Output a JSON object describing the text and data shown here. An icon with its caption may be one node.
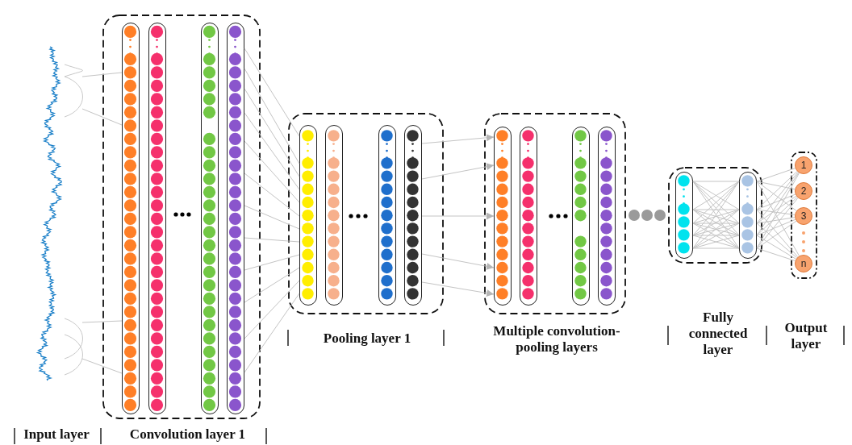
{
  "diagram": {
    "nodes": [
      {
        "text": [],
        "shape": "picture",
        "beside": [
          "Input layer"
        ]
      },
      {
        "text": [],
        "shape": "box",
        "beside": [
          "Convolution layer 1"
        ]
      },
      {
        "text": [],
        "shape": "bar",
        "in": 1
      },
      {
        "text": [],
        "shape": "bar",
        "in": 1
      },
      {
        "text": [],
        "shape": "bar",
        "in": 1
      },
      {
        "text": [],
        "shape": "bar",
        "in": 1
      },
      {
        "text": [],
        "shape": "box",
        "beside": [
          "Pooling layer 1"
        ]
      },
      {
        "text": [],
        "shape": "bar",
        "in": 6
      },
      {
        "text": [],
        "shape": "bar",
        "in": 6
      },
      {
        "text": [],
        "shape": "bar",
        "in": 6
      },
      {
        "text": [],
        "shape": "bar",
        "in": 6
      },
      {
        "text": [],
        "shape": "box",
        "beside": [
          "Multiple convolution-pooling layers"
        ]
      },
      {
        "text": [],
        "shape": "bar",
        "in": 11
      },
      {
        "text": [],
        "shape": "bar",
        "in": 11
      },
      {
        "text": [],
        "shape": "bar",
        "in": 11
      },
      {
        "text": [],
        "shape": "bar",
        "in": 11
      },
      {
        "text": [],
        "shape": "box",
        "beside": [
          "Fully connected layer"
        ]
      },
      {
        "text": [],
        "shape": "bar",
        "in": 16
      },
      {
        "text": [],
        "shape": "bar",
        "in": 16
      },
      {
        "text": [],
        "shape": "box",
        "beside": [
          "Output layer"
        ]
      },
      {
        "text": [
          "1"
        ],
        "in": 19
      },
      {
        "text": [
          "2"
        ],
        "in": 19
      },
      {
        "text": [
          "3"
        ],
        "in": 19
      },
      {
        "text": [
          "n"
        ],
        "in": 19
      }
    ],
    "edges": [
      {
        "from": 0,
        "to": 2,
        "arrow": "none"
      },
      {
        "from": 0,
        "to": 2,
        "arrow": "none"
      },
      {
        "from": 0,
        "to": 2,
        "arrow": "none"
      },
      {
        "from": 0,
        "to": 2,
        "arrow": "none"
      },
      {
        "from": 5,
        "to": 7,
        "arrow": "none"
      },
      {
        "from": 5,
        "to": 7,
        "arrow": "none"
      },
      {
        "from": 5,
        "to": 7,
        "arrow": "none"
      },
      {
        "from": 5,
        "to": 7,
        "arrow": "none"
      },
      {
        "from": 5,
        "to": 7,
        "arrow": "none"
      },
      {
        "from": 5,
        "to": 7,
        "arrow": "none"
      },
      {
        "from": 5,
        "to": 7,
        "arrow": "none"
      },
      {
        "from": 5,
        "to": 7,
        "arrow": "none"
      },
      {
        "from": 5,
        "to": 7,
        "arrow": "none"
      },
      {
        "from": 5,
        "to": 7,
        "arrow": "none"
      },
      {
        "from": 5,
        "to": 7,
        "arrow": "none"
      },
      {
        "from": 5,
        "to": 7,
        "arrow": "none"
      },
      {
        "from": 10,
        "to": 12,
        "arrow": "to"
      },
      {
        "from": 10,
        "to": 12,
        "arrow": "to"
      },
      {
        "from": 10,
        "to": 12,
        "arrow": "to"
      },
      {
        "from": 10,
        "to": 12,
        "arrow": "to"
      },
      {
        "from": 10,
        "to": 12,
        "arrow": "to"
      },
      {
        "from": 17,
        "to": 18,
        "arrow": "none"
      },
      {
        "from": 17,
        "to": 18,
        "arrow": "none"
      },
      {
        "from": 17,
        "to": 18,
        "arrow": "none"
      },
      {
        "from": 17,
        "to": 18,
        "arrow": "none"
      },
      {
        "from": 17,
        "to": 18,
        "arrow": "none"
      },
      {
        "from": 17,
        "to": 18,
        "arrow": "none"
      },
      {
        "from": 17,
        "to": 18,
        "arrow": "none"
      },
      {
        "from": 17,
        "to": 18,
        "arrow": "none"
      },
      {
        "from": 17,
        "to": 18,
        "arrow": "none"
      },
      {
        "from": 17,
        "to": 18,
        "arrow": "none"
      },
      {
        "from": 17,
        "to": 18,
        "arrow": "none"
      },
      {
        "from": 17,
        "to": 18,
        "arrow": "none"
      },
      {
        "from": 17,
        "to": 18,
        "arrow": "none"
      },
      {
        "from": 17,
        "to": 18,
        "arrow": "none"
      },
      {
        "from": 17,
        "to": 18,
        "arrow": "none"
      },
      {
        "from": 17,
        "to": 18,
        "arrow": "none"
      },
      {
        "from": 17,
        "to": 18,
        "arrow": "none"
      },
      {
        "from": 17,
        "to": 18,
        "arrow": "none"
      },
      {
        "from": 17,
        "to": 18,
        "arrow": "none"
      },
      {
        "from": 17,
        "to": 18,
        "arrow": "none"
      },
      {
        "from": 17,
        "to": 18,
        "arrow": "none"
      },
      {
        "from": 17,
        "to": 18,
        "arrow": "none"
      },
      {
        "from": 17,
        "to": 18,
        "arrow": "none"
      },
      {
        "from": 17,
        "to": 18,
        "arrow": "none"
      },
      {
        "from": 17,
        "to": 18,
        "arrow": "none"
      },
      {
        "from": 18,
        "to": 20,
        "arrow": "none"
      },
      {
        "from": 18,
        "to": 20,
        "arrow": "none"
      },
      {
        "from": 18,
        "to": 20,
        "arrow": "none"
      },
      {
        "from": 18,
        "to": 20,
        "arrow": "none"
      },
      {
        "from": 18,
        "to": 20,
        "arrow": "none"
      },
      {
        "from": 18,
        "to": 21,
        "arrow": "none"
      },
      {
        "from": 18,
        "to": 21,
        "arrow": "none"
      },
      {
        "from": 18,
        "to": 21,
        "arrow": "none"
      },
      {
        "from": 18,
        "to": 21,
        "arrow": "none"
      },
      {
        "from": 18,
        "to": 21,
        "arrow": "none"
      },
      {
        "from": 18,
        "to": 22,
        "arrow": "none"
      },
      {
        "from": 18,
        "to": 22,
        "arrow": "none"
      },
      {
        "from": 18,
        "to": 22,
        "arrow": "none"
      },
      {
        "from": 18,
        "to": 22,
        "arrow": "none"
      },
      {
        "from": 18,
        "to": 22,
        "arrow": "none"
      },
      {
        "from": 18,
        "to": 23,
        "arrow": "none"
      },
      {
        "from": 18,
        "to": 23,
        "arrow": "none"
      },
      {
        "from": 18,
        "to": 23,
        "arrow": "none"
      },
      {
        "from": 18,
        "to": 23,
        "arrow": "none"
      },
      {
        "from": 18,
        "to": 23,
        "arrow": "none"
      }
    ]
  }
}
